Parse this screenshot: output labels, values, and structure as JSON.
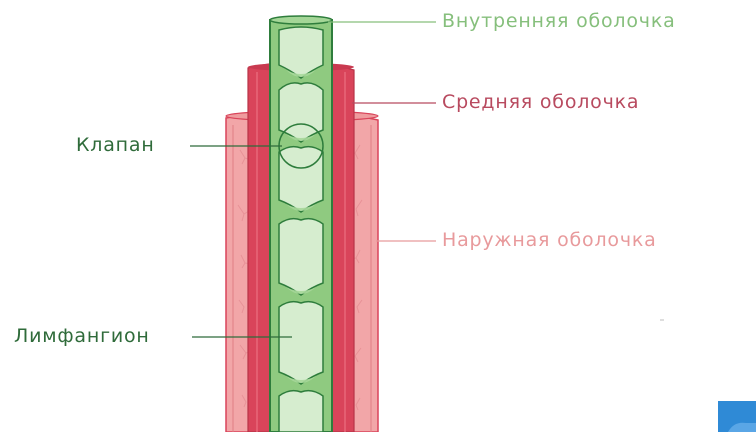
{
  "labels": {
    "inner": "Внутренняя оболочка",
    "middle": "Средняя оболочка",
    "outer": "Наружная оболочка",
    "valve": "Клапан",
    "lymphangion": "Лимфангион"
  },
  "colors": {
    "inner_label": "#86bf7c",
    "middle_label": "#b84a5f",
    "outer_label": "#e89a9c",
    "valve_label": "#2f6b3a",
    "lymphangion_label": "#2f6b3a",
    "outer_layer": "#f2a6a8",
    "middle_layer": "#d9445a",
    "inner_layer": "#8fca80",
    "lumen": "#d6edcf",
    "outline": "#2e7d3c",
    "corner_accent": "#2f8ad6"
  }
}
